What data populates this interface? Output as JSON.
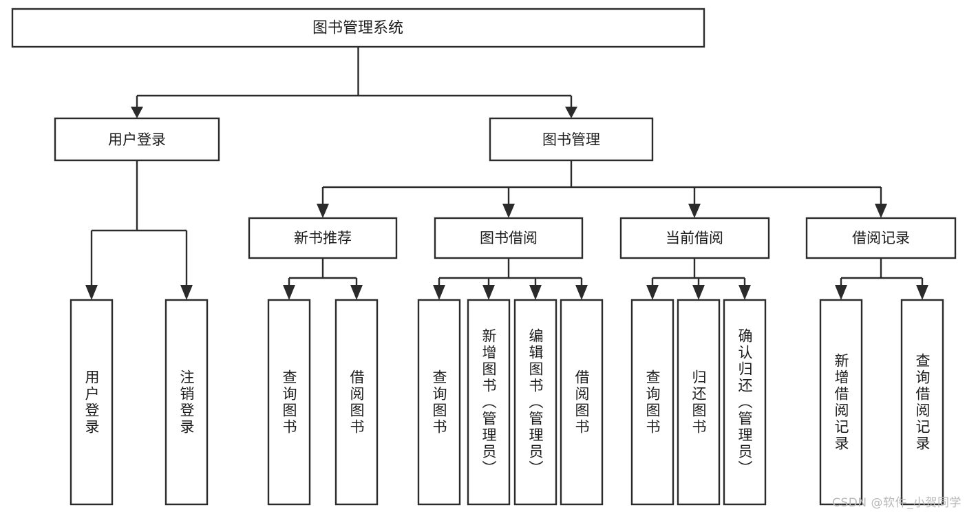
{
  "diagram": {
    "type": "tree-hierarchy",
    "title": "图书管理系统",
    "watermark": "CSDN @软件_小贺同学",
    "colors": {
      "background": "#ffffff",
      "box_fill": "#ffffff",
      "box_stroke": "#2b2b2b",
      "text": "#1c1c1c",
      "watermark": "#b9b9b9"
    },
    "levels": {
      "root": {
        "label": "图书管理系统"
      },
      "level2": [
        {
          "label": "用户登录"
        },
        {
          "label": "图书管理"
        }
      ],
      "level3": [
        {
          "label": "新书推荐"
        },
        {
          "label": "图书借阅"
        },
        {
          "label": "当前借阅"
        },
        {
          "label": "借阅记录"
        }
      ]
    },
    "leaves": {
      "user_login": [
        {
          "label": "用户登录"
        },
        {
          "label": "注销登录"
        }
      ],
      "new_book_recommend": [
        {
          "label": "查询图书"
        },
        {
          "label": "借阅图书"
        }
      ],
      "book_borrow": [
        {
          "label": "查询图书"
        },
        {
          "label": "新增图书（管理员）"
        },
        {
          "label": "编辑图书（管理员）"
        },
        {
          "label": "借阅图书"
        }
      ],
      "current_borrow": [
        {
          "label": "查询图书"
        },
        {
          "label": "归还图书"
        },
        {
          "label": "确认归还（管理员）"
        }
      ],
      "borrow_records": [
        {
          "label": "新增借阅记录"
        },
        {
          "label": "查询借阅记录"
        }
      ]
    }
  }
}
